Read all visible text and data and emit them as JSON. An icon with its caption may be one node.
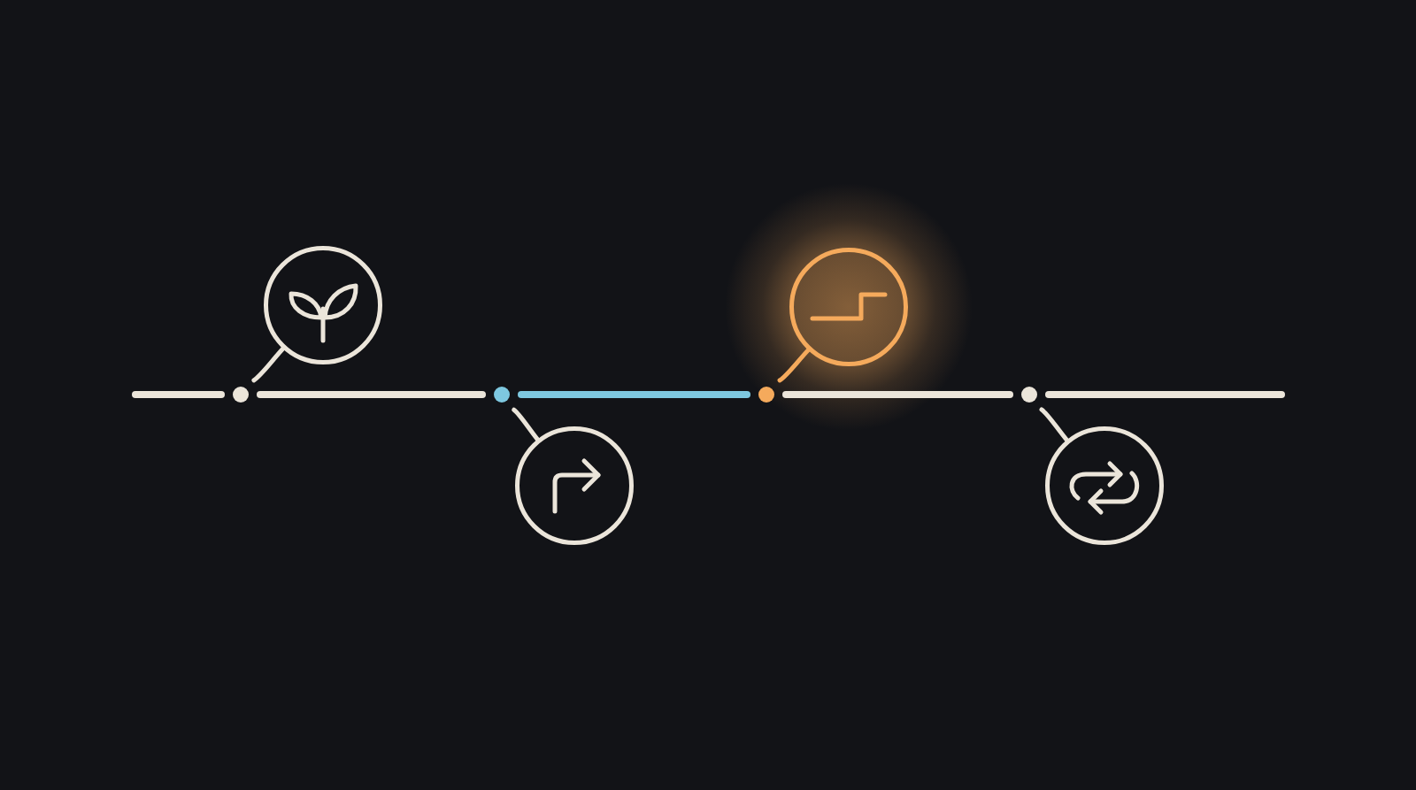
{
  "diagram": {
    "nodes": [
      {
        "text": [],
        "shape": "circle"
      },
      {
        "text": [],
        "shape": "picture"
      },
      {
        "text": [],
        "shape": "circle"
      },
      {
        "text": [],
        "shape": "picture"
      },
      {
        "text": [],
        "shape": "circle"
      },
      {
        "text": [],
        "shape": "picture"
      },
      {
        "text": [],
        "shape": "circle"
      },
      {
        "text": [],
        "shape": "picture"
      }
    ],
    "edges": [
      {
        "from": null,
        "to": 0,
        "arrow": "none"
      },
      {
        "from": 0,
        "to": 2,
        "arrow": "none"
      },
      {
        "from": 2,
        "to": 4,
        "arrow": "none",
        "color": "#7ec8e0"
      },
      {
        "from": 4,
        "to": 6,
        "arrow": "none"
      },
      {
        "from": 6,
        "to": null,
        "arrow": "none"
      },
      {
        "from": 1,
        "to": 0,
        "arrow": "none"
      },
      {
        "from": 3,
        "to": 2,
        "arrow": "none"
      },
      {
        "from": 5,
        "to": 4,
        "arrow": "none",
        "color": "#f5aa5c"
      },
      {
        "from": 7,
        "to": 6,
        "arrow": "none"
      }
    ]
  }
}
